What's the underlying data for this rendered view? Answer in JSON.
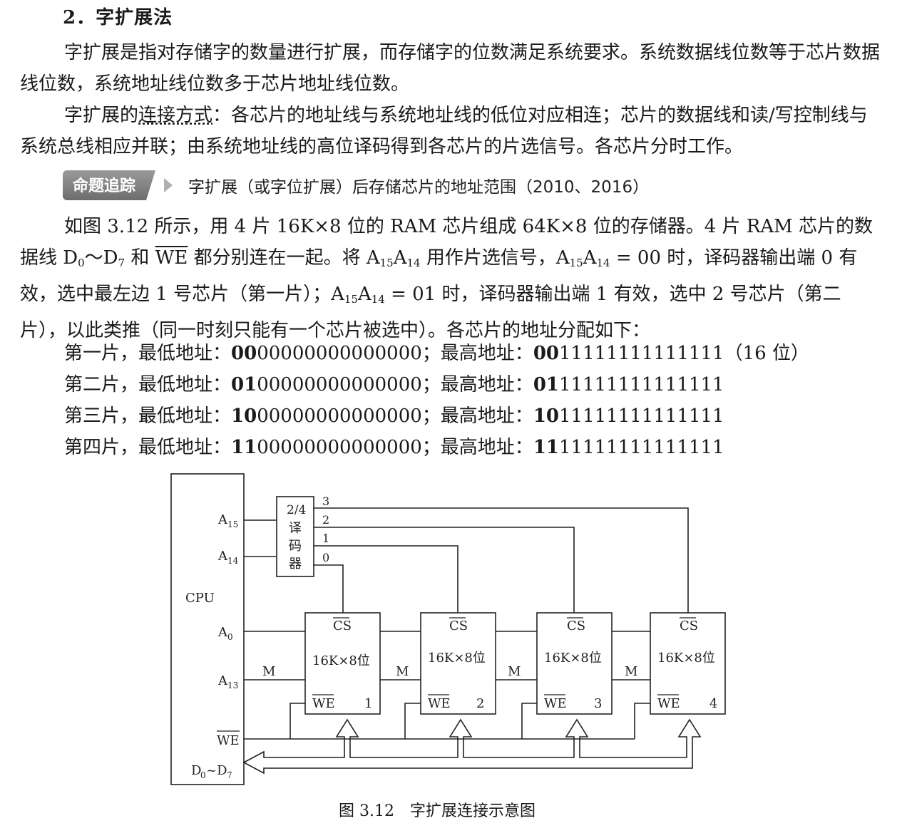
{
  "heading": "2．字扩展法",
  "p1": "字扩展是指对存储字的数量进行扩展，而存储字的位数满足系统要求。系统数据线位数等于芯片数据线位数，系统地址线位数多于芯片地址线位数。",
  "p2_pre": "字扩展的",
  "p2_term": "连接方式",
  "p2_post": "：各芯片的地址线与系统地址线的低位对应相连；芯片的数据线和读/写控制线与系统总线相应并联；由系统地址线的高位译码得到各芯片的片选信号。各芯片分时工作。",
  "tag": "命题追踪",
  "tag_text": "字扩展（或字位扩展）后存储芯片的地址范围（2010、2016）",
  "p3": {
    "a": "如图 3.12 所示，用 4 片 16K×8 位的 RAM 芯片组成 64K×8 位的存储器。4 片 RAM 芯片的数据线 D",
    "d0": "0",
    "b": "～D",
    "d7": "7",
    "c": " 和 ",
    "we": "WE",
    "d": " 都分别连在一起。将 A",
    "s15a": "15",
    "e": "A",
    "s14a": "14",
    "f": " 用作片选信号，A",
    "s15b": "15",
    "g": "A",
    "s14b": "14",
    "h": " = 00 时，译码器输出端 0 有效，选中最左边 1 号芯片（第一片）；A",
    "s15c": "15",
    "i": "A",
    "s14c": "14",
    "j": " = 01 时，译码器输出端 1 有效，选中 2 号芯片（第二片），以此类推（同一时刻只能有一个芯片被选中）。各芯片的地址分配如下："
  },
  "addresses": [
    {
      "label": "第一片，最低地址：",
      "low_hi": "00",
      "low_rest": "00000000000000",
      "sep": "；最高地址：",
      "high_hi": "00",
      "high_rest": "11111111111111",
      "note": "（16 位）"
    },
    {
      "label": "第二片，最低地址：",
      "low_hi": "01",
      "low_rest": "00000000000000",
      "sep": "；最高地址：",
      "high_hi": "01",
      "high_rest": "11111111111111",
      "note": ""
    },
    {
      "label": "第三片，最低地址：",
      "low_hi": "10",
      "low_rest": "00000000000000",
      "sep": "；最高地址：",
      "high_hi": "10",
      "high_rest": "11111111111111",
      "note": ""
    },
    {
      "label": "第四片，最低地址：",
      "low_hi": "11",
      "low_rest": "00000000000000",
      "sep": "；最高地址：",
      "high_hi": "11",
      "high_rest": "11111111111111",
      "note": ""
    }
  ],
  "diagram": {
    "cpu": "CPU",
    "a15": "A",
    "a15_sub": "15",
    "a14": "A",
    "a14_sub": "14",
    "a0": "A",
    "a0_sub": "0",
    "a13": "A",
    "a13_sub": "13",
    "we": "WE",
    "d0d7": "D",
    "d0_sub": "0",
    "tilde": "~D",
    "d7_sub": "7",
    "decoder_1": "2/4",
    "decoder_2": "译",
    "decoder_3": "码",
    "decoder_4": "器",
    "out3": "3",
    "out2": "2",
    "out1": "1",
    "out0": "0",
    "m": "M",
    "chips": [
      {
        "cs": "CS",
        "size": "16K×8位",
        "we": "WE",
        "num": "1"
      },
      {
        "cs": "CS",
        "size": "16K×8位",
        "we": "WE",
        "num": "2"
      },
      {
        "cs": "CS",
        "size": "16K×8位",
        "we": "WE",
        "num": "3"
      },
      {
        "cs": "CS",
        "size": "16K×8位",
        "we": "WE",
        "num": "4"
      }
    ]
  },
  "caption": "图 3.12　字扩展连接示意图"
}
